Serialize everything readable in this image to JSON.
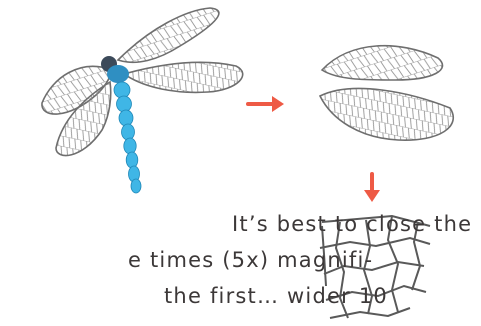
{
  "colors": {
    "dragonfly_body": "#3fb6e6",
    "wing_lines": "#7c7c7c",
    "arrow": "#ee5a45",
    "text": "#3c3838"
  },
  "text": {
    "line1": "It’s best to close the",
    "line2": "e times (5x) magnifi-",
    "line3": "the first… wider 10"
  }
}
